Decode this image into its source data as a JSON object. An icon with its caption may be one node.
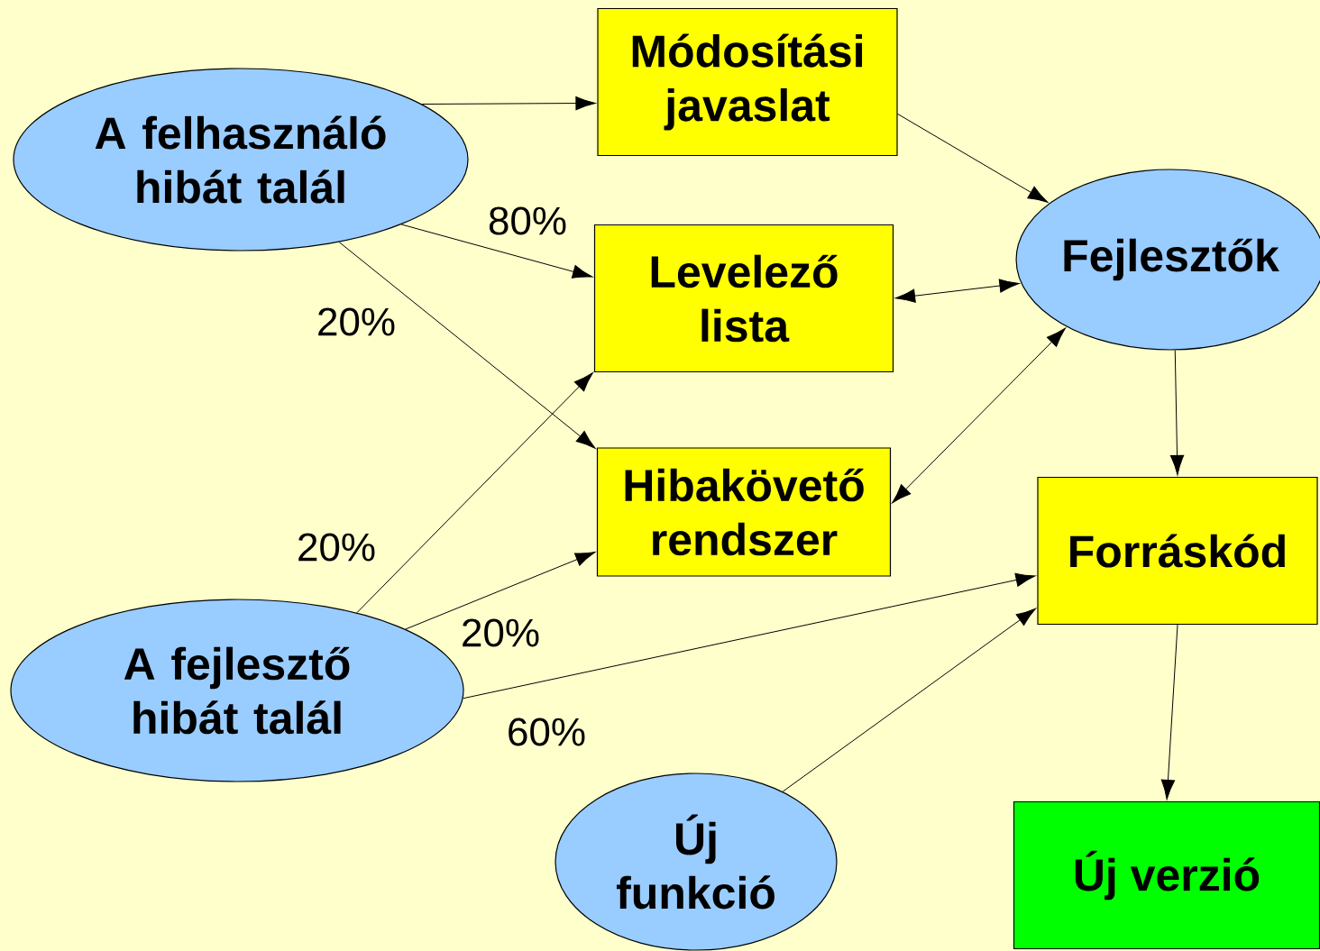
{
  "diagram": {
    "nodes": [
      {
        "text": [
          "A felhasználó hibát talál"
        ]
      },
      {
        "text": [
          "Módosítási javaslat"
        ]
      },
      {
        "text": [
          "Levelező lista"
        ]
      },
      {
        "text": [
          "Hibakövető rendszer"
        ]
      },
      {
        "text": [
          "Fejlesztők"
        ]
      },
      {
        "text": [
          "Forráskód"
        ]
      },
      {
        "text": [
          "A fejlesztő hibát talál"
        ]
      },
      {
        "text": [
          "Új funkció"
        ]
      },
      {
        "text": [
          "Új verzió"
        ]
      }
    ],
    "edges": [
      {
        "from": 0,
        "to": 1,
        "arrow": "to"
      },
      {
        "from": 0,
        "to": 2,
        "arrow": "to",
        "label": "80%"
      },
      {
        "from": 0,
        "to": 3,
        "arrow": "to",
        "label": "20%"
      },
      {
        "from": 1,
        "to": 4,
        "arrow": "to"
      },
      {
        "from": 2,
        "to": 4,
        "arrow": "both"
      },
      {
        "from": 3,
        "to": 4,
        "arrow": "both"
      },
      {
        "from": 6,
        "to": 2,
        "arrow": "to",
        "label": "20%"
      },
      {
        "from": 6,
        "to": 3,
        "arrow": "to",
        "label": "20%"
      },
      {
        "from": 6,
        "to": 5,
        "arrow": "to",
        "label": "60%"
      },
      {
        "from": 7,
        "to": 5,
        "arrow": "to"
      },
      {
        "from": 4,
        "to": 5,
        "arrow": "to"
      },
      {
        "from": 5,
        "to": 8,
        "arrow": "to"
      }
    ]
  }
}
